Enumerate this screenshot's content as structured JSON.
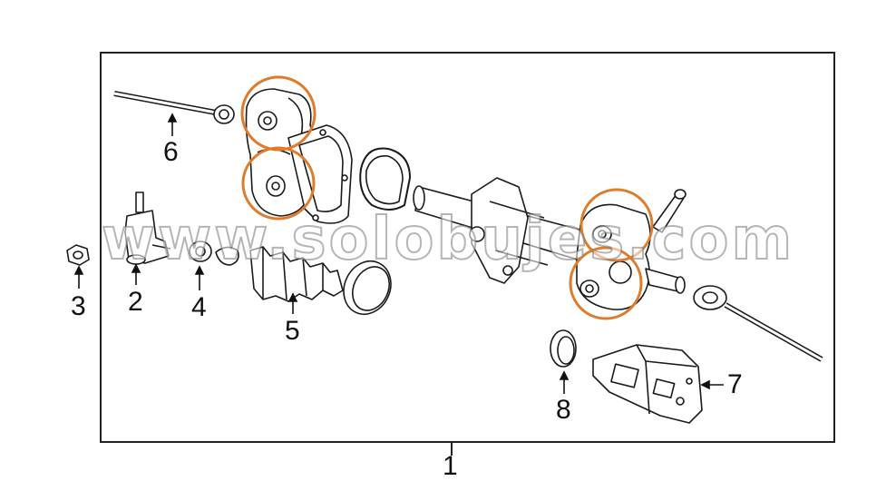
{
  "callouts": {
    "c1": "1",
    "c2": "2",
    "c3": "3",
    "c4": "4",
    "c5": "5",
    "c6": "6",
    "c7": "7",
    "c8": "8"
  },
  "watermark": "www.solobujes.com",
  "colors": {
    "line": "#1a1a1a",
    "highlight": "#e07b2a",
    "frame": "#222222"
  },
  "highlights": [
    "upper-left-bushing",
    "lower-left-bushing",
    "upper-right-bushing",
    "lower-right-bushing"
  ]
}
